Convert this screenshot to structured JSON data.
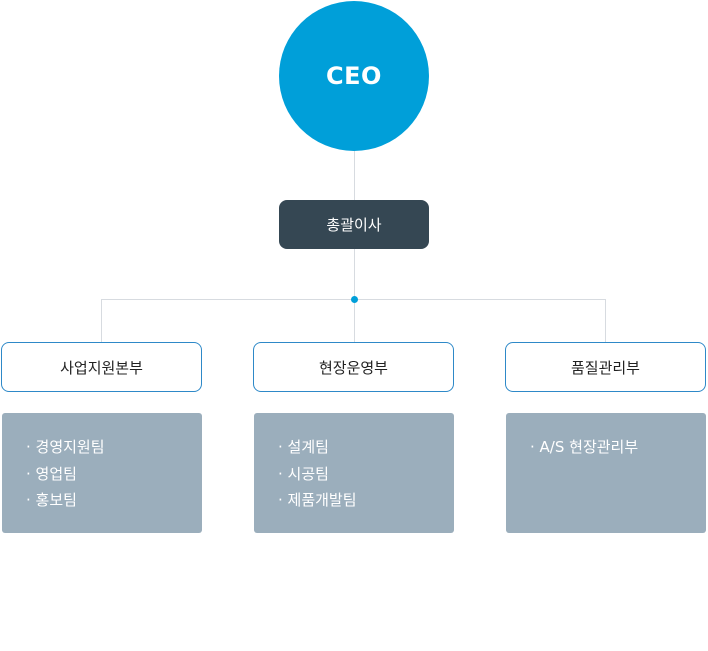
{
  "ceo": {
    "label": "CEO"
  },
  "director": {
    "label": "총괄이사"
  },
  "departments": [
    {
      "name": "사업지원본부",
      "teams": [
        "· 경영지원팀",
        "· 영업팀",
        "· 홍보팀"
      ]
    },
    {
      "name": "현장운영부",
      "teams": [
        "· 설계팀",
        "· 시공팀",
        "· 제품개발팀"
      ]
    },
    {
      "name": "품질관리부",
      "teams": [
        "· A/S 현장관리부"
      ]
    }
  ],
  "colors": {
    "ceo": "#009fd9",
    "director": "#354753",
    "department_border": "#2e89c8",
    "team_box": "#9baebc",
    "connector": "#d7dbe0"
  }
}
